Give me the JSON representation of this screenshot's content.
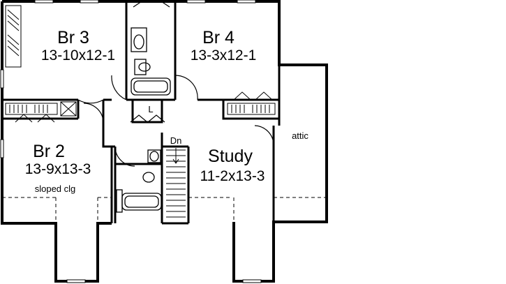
{
  "rooms": {
    "br3": {
      "name": "Br 3",
      "dims": "13-10x12-1"
    },
    "br4": {
      "name": "Br 4",
      "dims": "13-3x12-1"
    },
    "br2": {
      "name": "Br 2",
      "dims": "13-9x13-3",
      "note": "sloped clg"
    },
    "study": {
      "name": "Study",
      "dims": "11-2x13-3"
    }
  },
  "labels": {
    "linen": "L",
    "stairs_down": "Dn",
    "attic": "attic"
  },
  "colors": {
    "wall": "#000000",
    "background": "#ffffff"
  }
}
